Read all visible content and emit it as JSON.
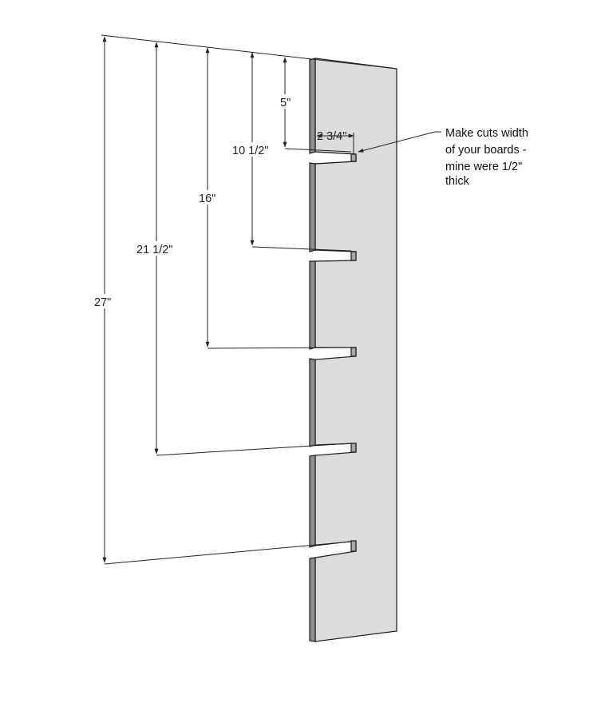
{
  "colors": {
    "board_face": "#dcdcdc",
    "board_side": "#8f8f8f",
    "slot_inner": "#a8a8a8",
    "line": "#222222"
  },
  "dimensions": {
    "d1": "5\"",
    "d2": "10 1/2\"",
    "d3": "16\"",
    "d4": "21 1/2\"",
    "d5": "27\"",
    "slot_depth": "2 3/4\""
  },
  "callout": {
    "line1": "Make cuts width",
    "line2": "of your boards -",
    "line3": "mine were 1/2\"",
    "line4": "thick"
  }
}
